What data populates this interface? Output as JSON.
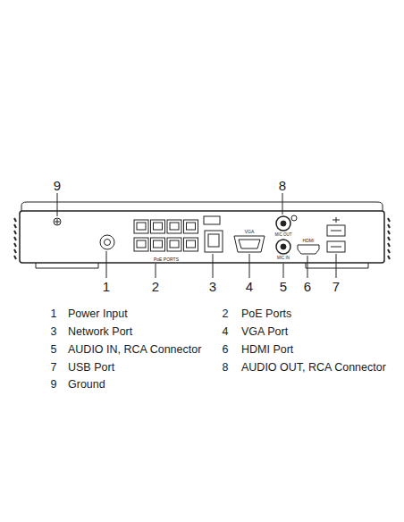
{
  "diagram": {
    "labels": [
      "9",
      "8",
      "1",
      "2",
      "3",
      "4",
      "5",
      "6",
      "7",
      "1",
      "Power Input",
      "2",
      "PoE Ports",
      "3",
      "Network Port",
      "4",
      "VGA Port",
      "5",
      "AUDIO IN, RCA Connector",
      "6",
      "HDMI Port",
      "7",
      "USB Port",
      "8",
      "AUDIO OUT, RCA Connector",
      "9",
      "Ground",
      "PoE PORTS",
      "VGA",
      "HDMI",
      "MIC OUT",
      "MIC IN"
    ]
  }
}
